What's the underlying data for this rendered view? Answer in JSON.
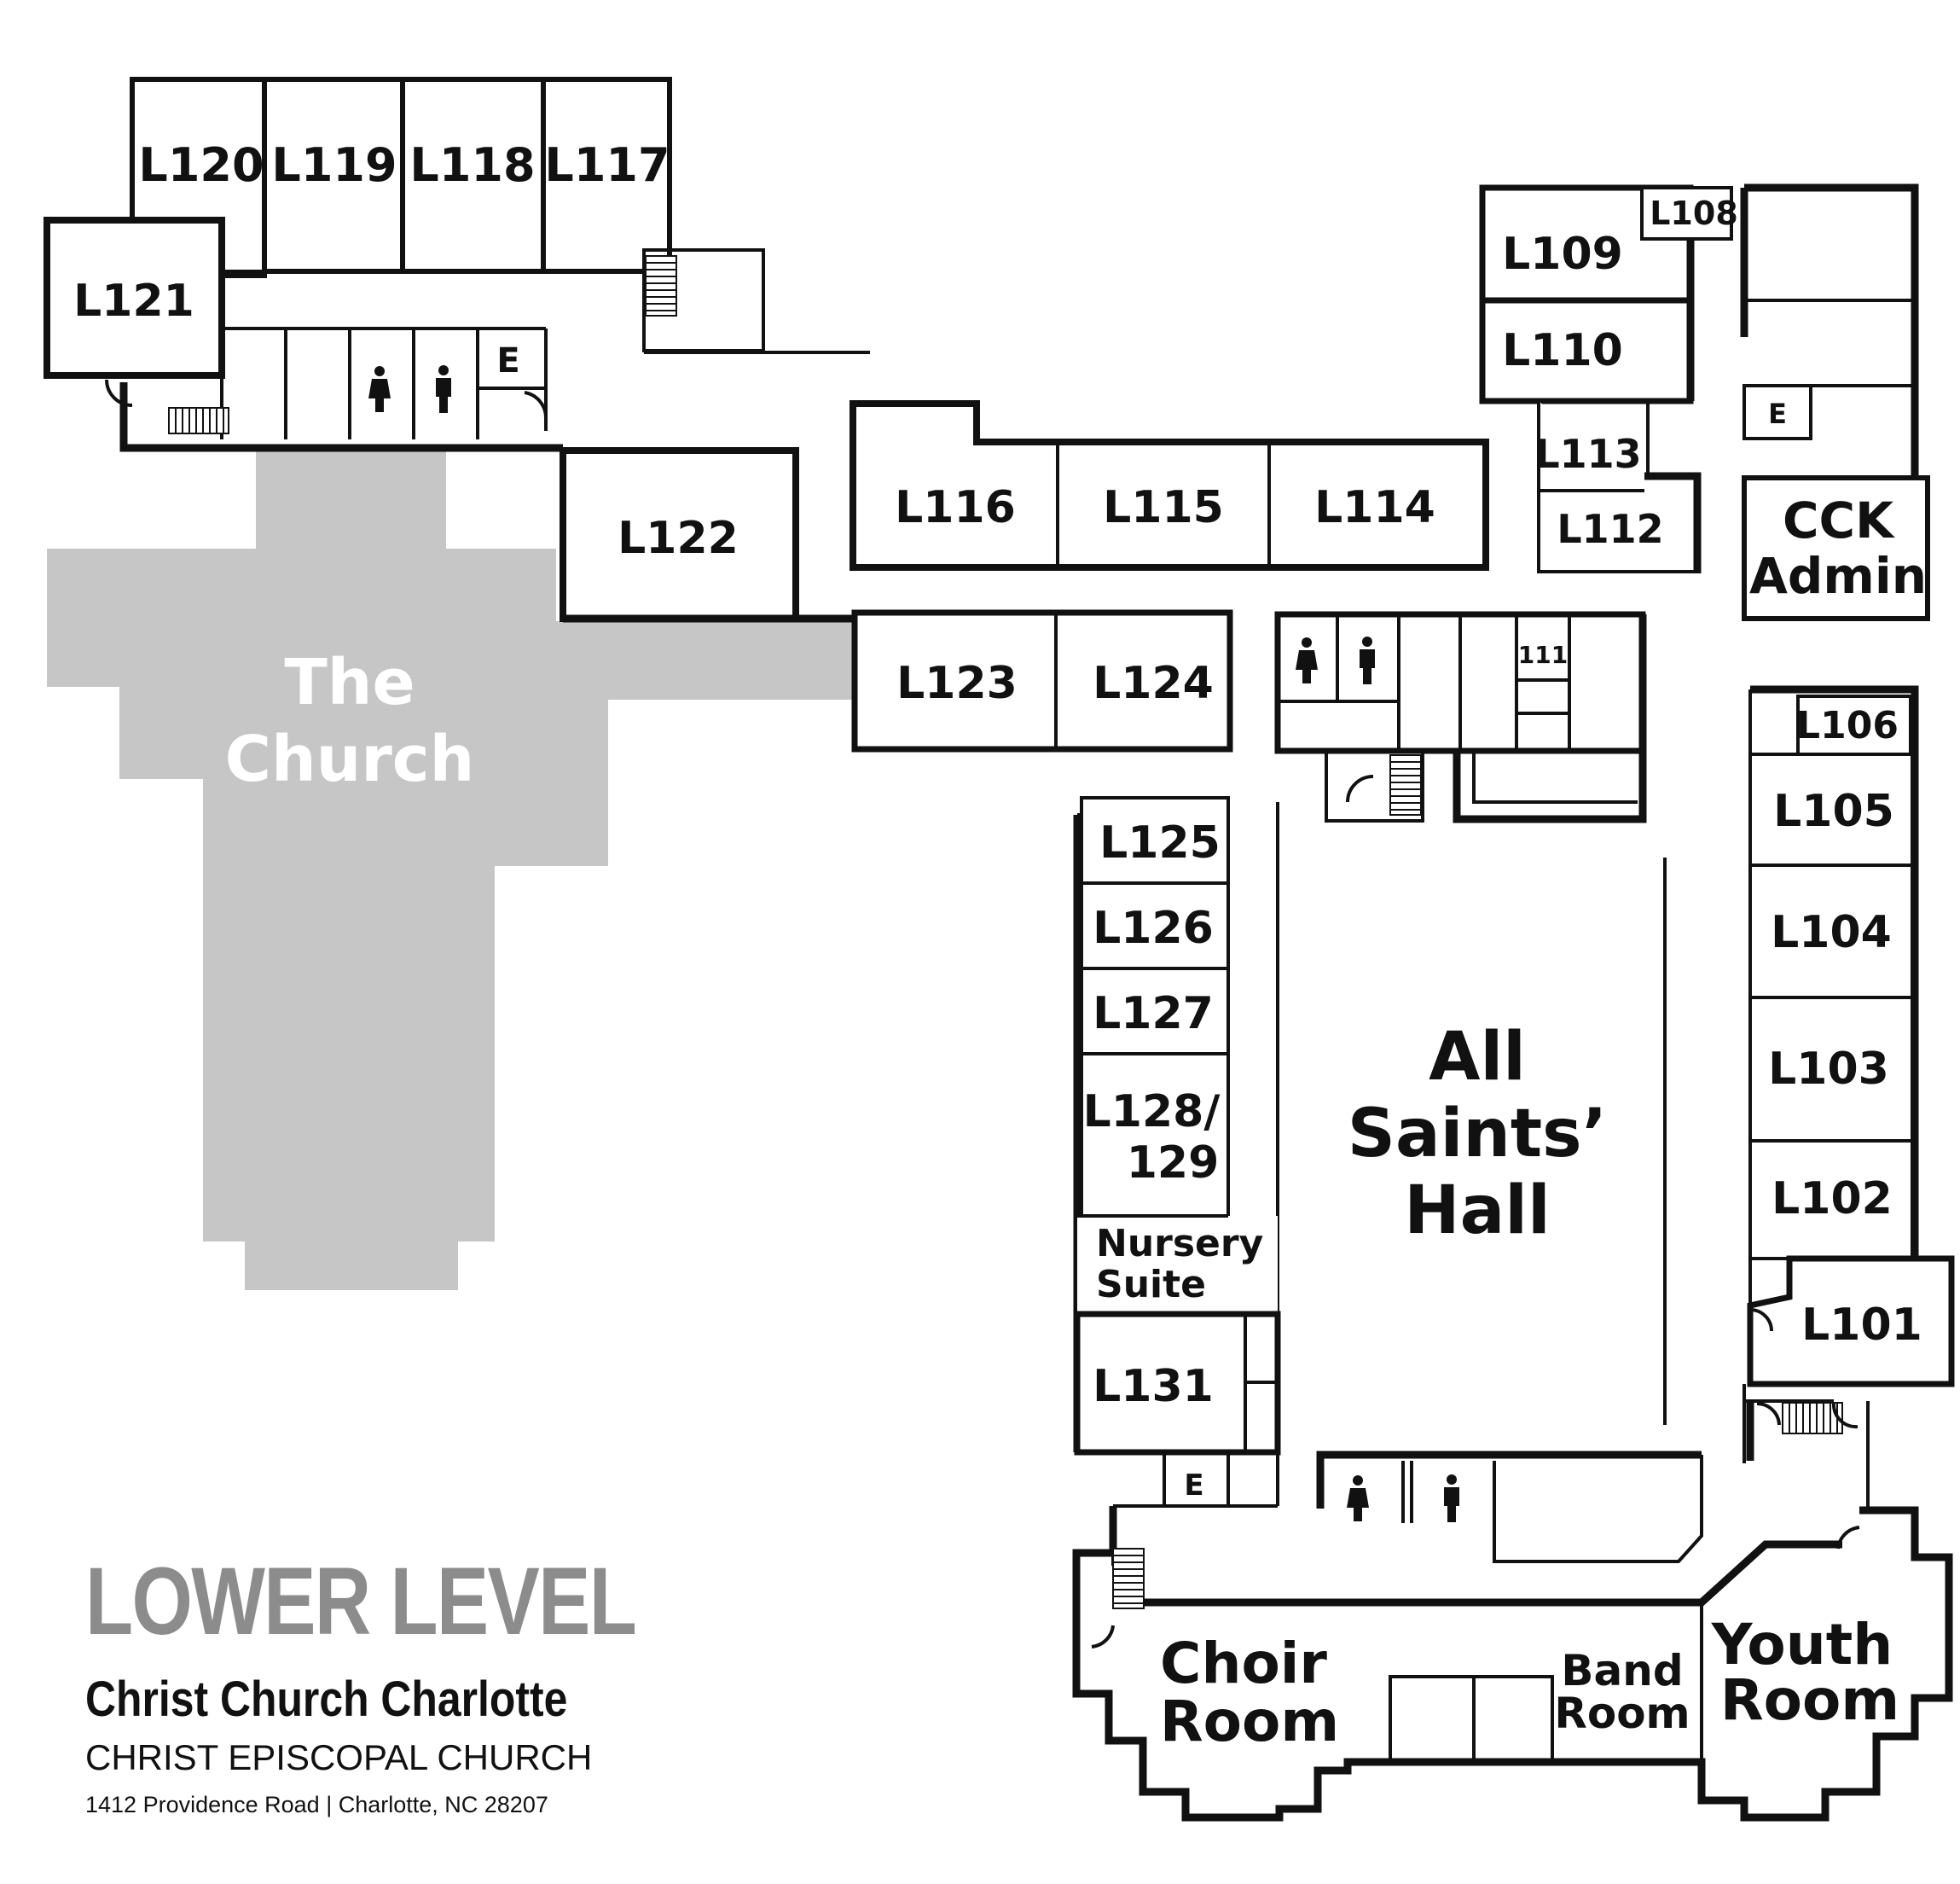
{
  "legend": {
    "title": "LOWER LEVEL",
    "org": "Christ Church Charlotte",
    "org_sub": "CHRIST EPISCOPAL CHURCH",
    "address": "1412 Providence Road | Charlotte, NC 28207"
  },
  "church": {
    "line1": "The",
    "line2": "Church"
  },
  "rooms": {
    "l101": "L101",
    "l102": "L102",
    "l103": "L103",
    "l104": "L104",
    "l105": "L105",
    "l106": "L106",
    "l108": "L108",
    "l109": "L109",
    "l110": "L110",
    "l111": "111",
    "l112": "L112",
    "l113": "L113",
    "l114": "L114",
    "l115": "L115",
    "l116": "L116",
    "l117": "L117",
    "l118": "L118",
    "l119": "L119",
    "l120": "L120",
    "l121": "L121",
    "l122": "L122",
    "l123": "L123",
    "l124": "L124",
    "l125": "L125",
    "l126": "L126",
    "l127": "L127",
    "l128a": "L128/",
    "l128b": "129",
    "l131": "L131",
    "cck1": "CCK",
    "cck2": "Admin",
    "hall1": "All",
    "hall2": "Saints’",
    "hall3": "Hall",
    "nursery1": "Nursery",
    "nursery2": "Suite",
    "choir1": "Choir",
    "choir2": "Room",
    "band1": "Band",
    "band2": "Room",
    "youth1": "Youth",
    "youth2": "Room",
    "elevator": "E"
  },
  "icons": [
    "womens-restroom-icon",
    "mens-restroom-icon",
    "stairs-icon",
    "door-swing-icon"
  ]
}
